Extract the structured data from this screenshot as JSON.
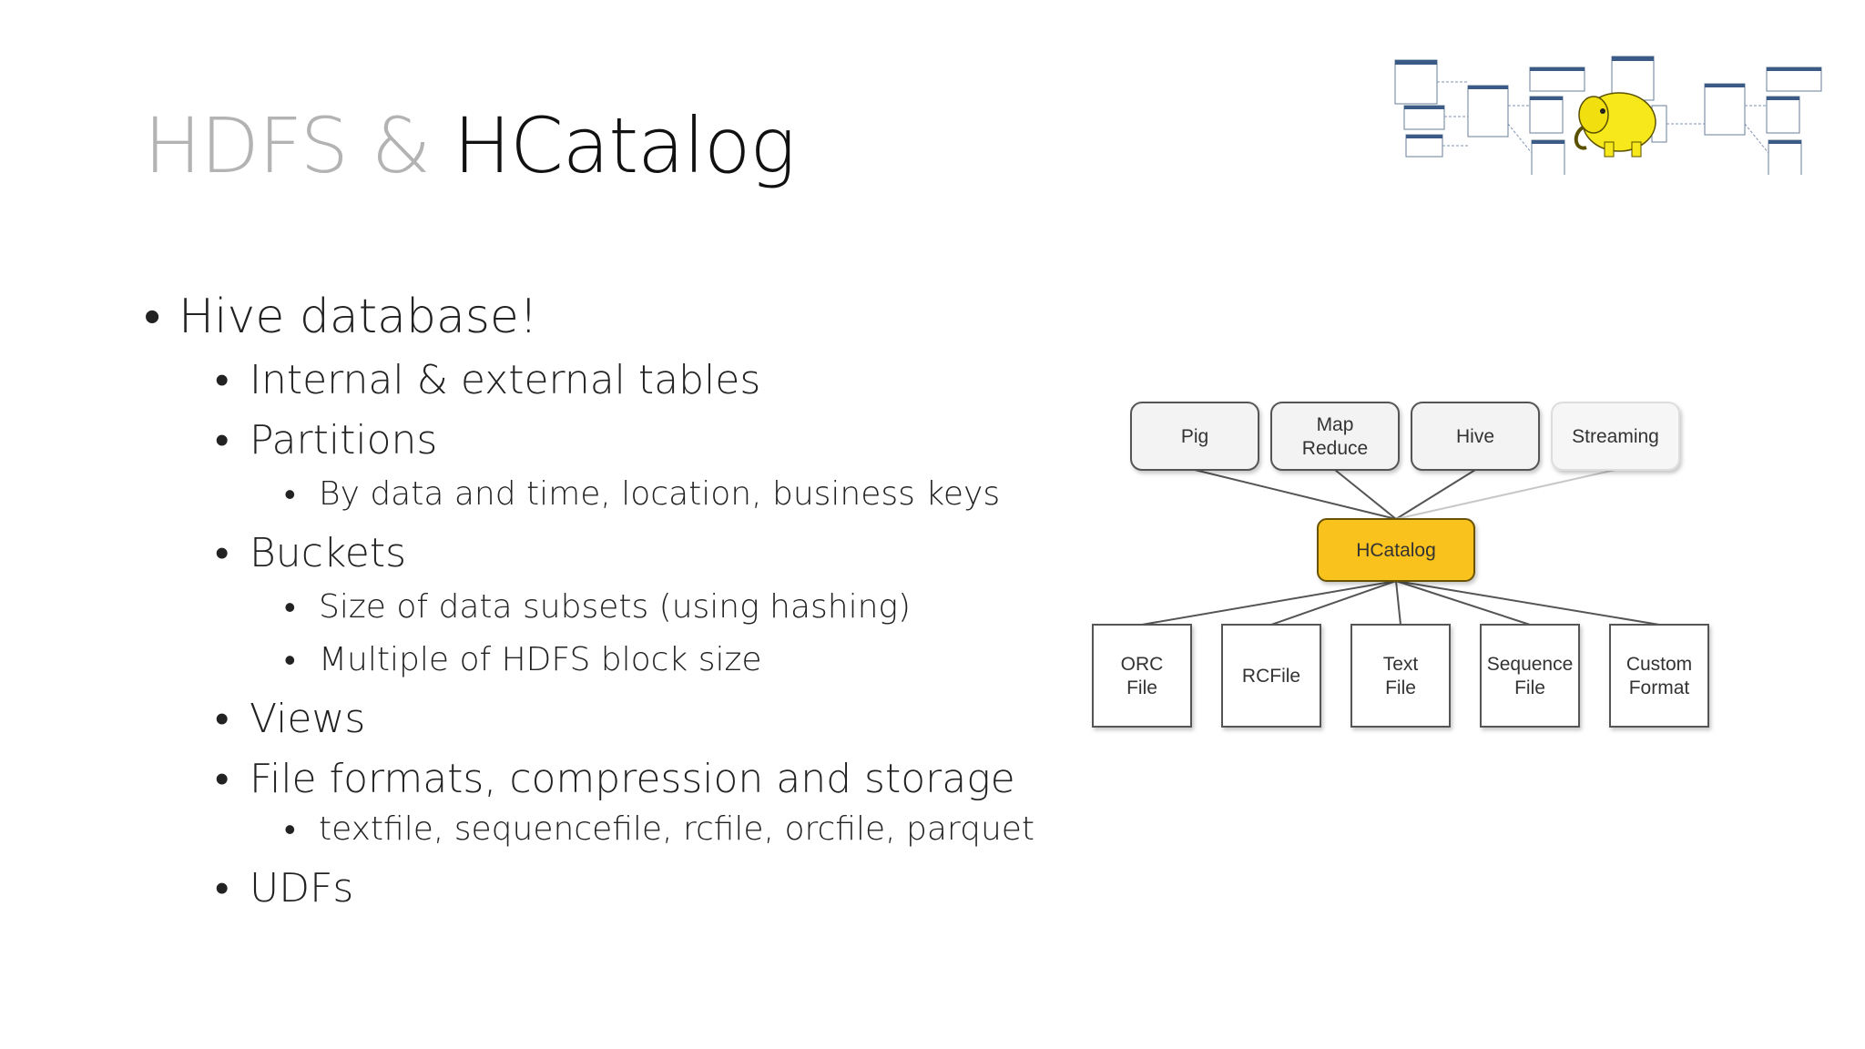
{
  "title": {
    "part1": "HDFS & ",
    "part2": "HCatalog"
  },
  "bullets": [
    {
      "text": "Hive database!",
      "level": 1
    },
    {
      "text": "Internal & external tables",
      "level": 2
    },
    {
      "text": "Partitions",
      "level": 2
    },
    {
      "text": "By data and time, location, business keys",
      "level": 3
    },
    {
      "text": "Buckets",
      "level": 2
    },
    {
      "text": "Size of data subsets (using hashing)",
      "level": 3
    },
    {
      "text": "Multiple of HDFS block size",
      "level": 3
    },
    {
      "text": "Views",
      "level": 2
    },
    {
      "text": "File formats, compression and storage",
      "level": 2
    },
    {
      "text": "textfile, sequencefile, rcfile, orcfile, parquet",
      "level": 3
    },
    {
      "text": "UDFs",
      "level": 2
    }
  ],
  "bullet_glyph": "•",
  "diagram": {
    "top_nodes": [
      {
        "lines": [
          "Pig"
        ]
      },
      {
        "lines": [
          "Map",
          "Reduce"
        ]
      },
      {
        "lines": [
          "Hive"
        ]
      },
      {
        "lines": [
          "Streaming"
        ]
      }
    ],
    "center": {
      "label": "HCatalog",
      "color": "#f9c21b"
    },
    "bottom_nodes": [
      {
        "lines": [
          "ORC",
          "File"
        ]
      },
      {
        "lines": [
          "RCFile"
        ]
      },
      {
        "lines": [
          "Text",
          "File"
        ]
      },
      {
        "lines": [
          "Sequence",
          "File"
        ]
      },
      {
        "lines": [
          "Custom",
          "Format"
        ]
      }
    ]
  },
  "colors": {
    "title_light": "#b3b3b3",
    "title_dark": "#111111",
    "hadoop_yellow": "#f6e81a"
  },
  "icons": {
    "top_right": "hadoop-elephant-schema-icon"
  }
}
